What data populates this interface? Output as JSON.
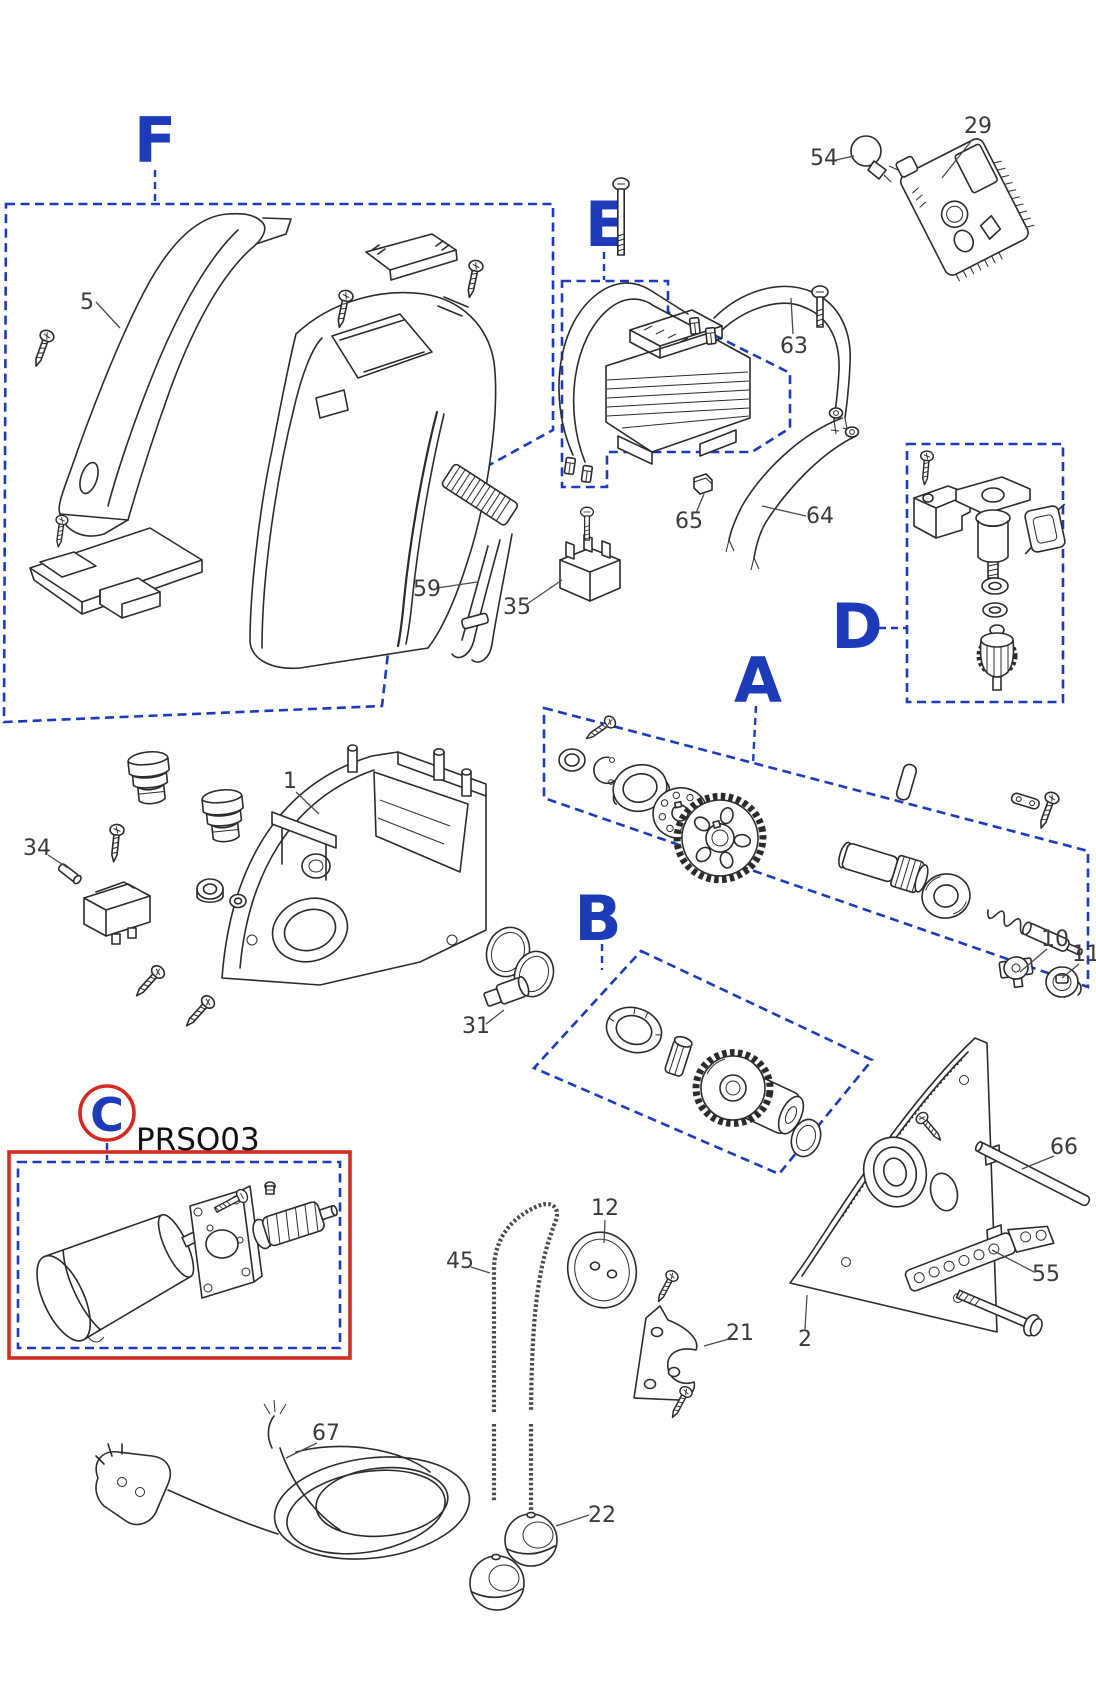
{
  "diagram": {
    "kind": "exploded-parts-diagram",
    "highlight": {
      "code": "PRSO03"
    }
  },
  "colors": {
    "section_box_blue": "#1d3ab8",
    "highlight_red": "#d42a22",
    "drawing_line": "#2b2b2b",
    "label_text": "#3a3a3a",
    "background": "#ffffff"
  },
  "sections": [
    {
      "letter": "F"
    },
    {
      "letter": "E"
    },
    {
      "letter": "D"
    },
    {
      "letter": "A"
    },
    {
      "letter": "B"
    },
    {
      "letter": "C"
    }
  ],
  "parts": [
    {
      "num": "5"
    },
    {
      "num": "54"
    },
    {
      "num": "29"
    },
    {
      "num": "63"
    },
    {
      "num": "59"
    },
    {
      "num": "35"
    },
    {
      "num": "65"
    },
    {
      "num": "64"
    },
    {
      "num": "34"
    },
    {
      "num": "1"
    },
    {
      "num": "31"
    },
    {
      "num": "10"
    },
    {
      "num": "11"
    },
    {
      "num": "66"
    },
    {
      "num": "55"
    },
    {
      "num": "2"
    },
    {
      "num": "12"
    },
    {
      "num": "45"
    },
    {
      "num": "21"
    },
    {
      "num": "67"
    },
    {
      "num": "22"
    }
  ]
}
